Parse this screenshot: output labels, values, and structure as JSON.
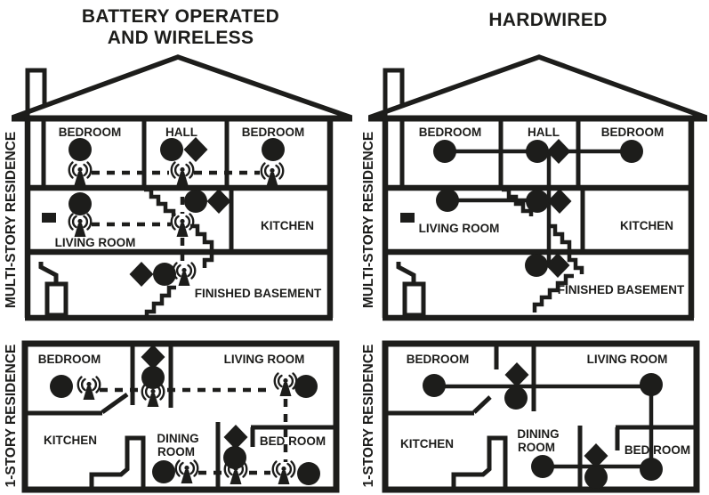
{
  "colors": {
    "ink": "#1d1d1b",
    "background": "#ffffff"
  },
  "titles": {
    "battery_wireless_line1": "BATTERY OPERATED",
    "battery_wireless_line2": "AND WIRELESS",
    "hardwired": "HARDWIRED"
  },
  "side_labels": {
    "multi_story": "MULTI-STORY RESIDENCE",
    "one_story": "1-STORY RESIDENCE"
  },
  "symbols": {
    "smoke_alarm": "filled-circle",
    "heat_alarm": "filled-diamond",
    "wireless_transmitter": "antenna-with-waves",
    "wireless_link": "dashed-line",
    "interconnect_wire": "solid-line"
  },
  "panels": {
    "multi_battery": {
      "rooms": {
        "bedroom_left": "BEDROOM",
        "hall": "HALL",
        "bedroom_right": "BEDROOM",
        "living_room": "LIVING ROOM",
        "kitchen": "KITCHEN",
        "basement": "FINISHED BASEMENT"
      }
    },
    "multi_hardwired": {
      "rooms": {
        "bedroom_left": "BEDROOM",
        "hall": "HALL",
        "bedroom_right": "BEDROOM",
        "living_room": "LIVING ROOM",
        "kitchen": "KITCHEN",
        "basement": "FINISHED BASEMENT"
      }
    },
    "one_battery": {
      "rooms": {
        "bedroom": "BEDROOM",
        "living_room": "LIVING ROOM",
        "kitchen": "KITCHEN",
        "dining_line1": "DINING",
        "dining_line2": "ROOM",
        "bed_room": "BED ROOM"
      }
    },
    "one_hardwired": {
      "rooms": {
        "bedroom": "BEDROOM",
        "living_room": "LIVING ROOM",
        "kitchen": "KITCHEN",
        "dining_line1": "DINING",
        "dining_line2": "ROOM",
        "bed_room": "BED ROOM"
      }
    }
  }
}
